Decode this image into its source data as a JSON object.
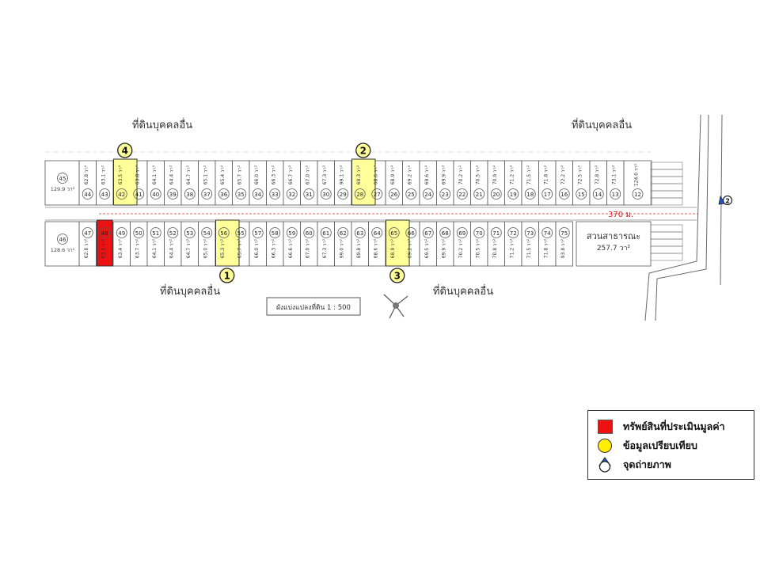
{
  "map": {
    "other_land_label": "ที่ดินบุคคลอื่น",
    "scale_label": "ผังแบ่งแปลงที่ดิน 1 : 500",
    "distance_label": "370 ม.",
    "park_label": "สวนสาธารณะ",
    "park_area": "257.7 วา²",
    "plot_45": {
      "number": "45",
      "area": "129.9 วา²"
    },
    "plot_46": {
      "number": "46",
      "area": "128.6 วา²"
    },
    "top_row": [
      {
        "number": "44",
        "area": "62.8 วา²"
      },
      {
        "number": "43",
        "area": "63.1 วา²"
      },
      {
        "number": "42",
        "area": "63.5 วา²"
      },
      {
        "number": "41",
        "area": "63.8 วา²"
      },
      {
        "number": "40",
        "area": "64.1 วา²"
      },
      {
        "number": "39",
        "area": "64.4 วา²"
      },
      {
        "number": "38",
        "area": "64.7 วา²"
      },
      {
        "number": "37",
        "area": "65.1 วา²"
      },
      {
        "number": "36",
        "area": "65.4 วา²"
      },
      {
        "number": "35",
        "area": "65.7 วา²"
      },
      {
        "number": "34",
        "area": "66.0 วา²"
      },
      {
        "number": "33",
        "area": "66.3 วา²"
      },
      {
        "number": "32",
        "area": "66.7 วา²"
      },
      {
        "number": "31",
        "area": "67.0 วา²"
      },
      {
        "number": "30",
        "area": "67.3 วา²"
      },
      {
        "number": "29",
        "area": "99.1 วา²"
      },
      {
        "number": "28",
        "area": "68.3 วา²"
      },
      {
        "number": "27",
        "area": "68.6 วา²"
      },
      {
        "number": "26",
        "area": "68.9 วา²"
      },
      {
        "number": "25",
        "area": "69.2 วา²"
      },
      {
        "number": "24",
        "area": "69.6 วา²"
      },
      {
        "number": "23",
        "area": "69.9 วา²"
      },
      {
        "number": "22",
        "area": "70.2 วา²"
      },
      {
        "number": "21",
        "area": "70.5 วา²"
      },
      {
        "number": "20",
        "area": "70.9 วา²"
      },
      {
        "number": "19",
        "area": "71.2 วา²"
      },
      {
        "number": "18",
        "area": "71.5 วา²"
      },
      {
        "number": "17",
        "area": "71.8 วา²"
      },
      {
        "number": "16",
        "area": "72.2 วา²"
      },
      {
        "number": "15",
        "area": "72.5 วา²"
      },
      {
        "number": "14",
        "area": "72.8 วา²"
      },
      {
        "number": "13",
        "area": "73.1 วา²"
      },
      {
        "number": "12",
        "area": "124.0 วา²"
      }
    ],
    "bottom_row": [
      {
        "number": "47",
        "area": "62.8 วา²"
      },
      {
        "number": "48",
        "area": "63.1 วา²"
      },
      {
        "number": "49",
        "area": "63.4 วา²"
      },
      {
        "number": "50",
        "area": "63.7 วา²"
      },
      {
        "number": "51",
        "area": "64.1 วา²"
      },
      {
        "number": "52",
        "area": "64.4 วา²"
      },
      {
        "number": "53",
        "area": "64.7 วา²"
      },
      {
        "number": "54",
        "area": "65.0 วา²"
      },
      {
        "number": "56",
        "area": "65.3 วา²"
      },
      {
        "number": "55",
        "area": "65.7 วา²"
      },
      {
        "number": "57",
        "area": "66.0 วา²"
      },
      {
        "number": "58",
        "area": "66.3 วา²"
      },
      {
        "number": "59",
        "area": "66.6 วา²"
      },
      {
        "number": "60",
        "area": "67.0 วา²"
      },
      {
        "number": "61",
        "area": "67.3 วา²"
      },
      {
        "number": "62",
        "area": "99.0 วา²"
      },
      {
        "number": "63",
        "area": "89.8 วา²"
      },
      {
        "number": "64",
        "area": "68.6 วา²"
      },
      {
        "number": "65",
        "area": "68.9 วา²"
      },
      {
        "number": "66",
        "area": "69.2 วา²"
      },
      {
        "number": "67",
        "area": "69.5 วา²"
      },
      {
        "number": "68",
        "area": "69.9 วา²"
      },
      {
        "number": "69",
        "area": "70.2 วา²"
      },
      {
        "number": "70",
        "area": "70.5 วา²"
      },
      {
        "number": "71",
        "area": "70.8 วา²"
      },
      {
        "number": "72",
        "area": "71.2 วา²"
      },
      {
        "number": "73",
        "area": "71.5 วา²"
      },
      {
        "number": "74",
        "area": "71.8 วา²"
      },
      {
        "number": "75",
        "area": "93.8 วา²"
      }
    ],
    "subject_plot_index": 1,
    "comparables": [
      {
        "label": "1",
        "row": "bottom",
        "index": 8
      },
      {
        "label": "2",
        "row": "top",
        "index": 16
      },
      {
        "label": "3",
        "row": "bottom",
        "index": 18
      },
      {
        "label": "4",
        "row": "top",
        "index": 2
      }
    ],
    "photo_point": {
      "label": "2"
    }
  },
  "legend": {
    "subject": "ทรัพย์สินที่ประเมินมูลค่า",
    "comparable": "ข้อมูลเปรียบเทียบ",
    "photo_point": "จุดถ่ายภาพ"
  },
  "colors": {
    "subject": "#ee1111",
    "comparable": "#ffff99",
    "photo": "#2255cc",
    "distance": "#dd2222"
  }
}
